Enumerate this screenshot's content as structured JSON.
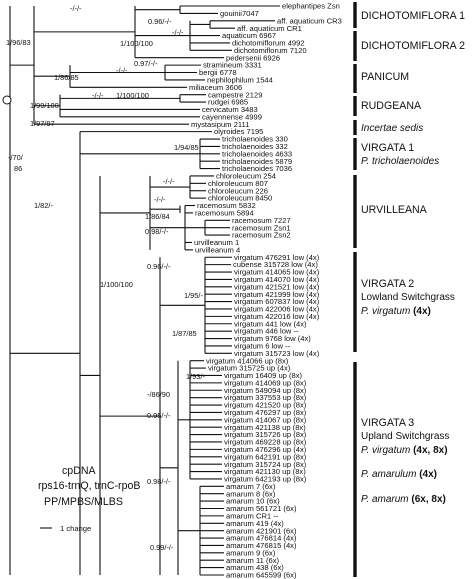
{
  "tips": [
    "elephantipes Zsn",
    "gouinii7047",
    "aff. aquaticum CR3",
    "aff. aquaticum CR1",
    "aquaticum 6967",
    "dichotomiflorum 4992",
    "dichotomiflorum 7120",
    "pedersenii 6926",
    "stramineum 3331",
    "bergii 6778",
    "nephilophilum 1544",
    "miliaceum 3606",
    "campestre 2129",
    "rudgei 6985",
    "cervicatum 3483",
    "cayennense 4999",
    "mystasipum 2111",
    "olyroides 7195",
    "tricholaenoides 330",
    "tricholaenoides 332",
    "tricholaenoides 4633",
    "tricholaenoides 5879",
    "tricholaenoides 7036",
    "chloroleucum 254",
    "chloroleucum 807",
    "chloroleucum 226",
    "chloroleucum 8450",
    "racemosum 5832",
    "racemosum 5894",
    "racemosum 7227",
    "racemosum Zsn1",
    "racemosum Zsn2",
    "urvilleanum 1",
    "urvilleanum 4",
    "virgatum 476291 low (4x)",
    "cubense 315728 low (4x)",
    "virgatum 414065 low (4x)",
    "virgatum 414070 low (4x)",
    "virgatum 421521 low (4x)",
    "virgatum 421999 low (4x)",
    "virgatum 607837 low (4x)",
    "virgatum 422006 low (4x)",
    "virgatum 422016 low (4x)",
    "virgatum 441 low (4x)",
    "virgatum 446 low --",
    "virgatum 9768 low (4x)",
    "virgatum 6 low --",
    "virgatum 315723 low (4x)",
    "virgatum 414066 up (8x)",
    "virgatum 315725 up (4x)",
    "virgatum 16409 up (8x)",
    "virgatum 414069 up (8x)",
    "virgatum 549094 up (8x)",
    "virgatum 337553 up (8x)",
    "virgatum 421520 up (8x)",
    "virgatum 476297 up (8x)",
    "virgatum 414067 up (8x)",
    "virgatum 421138 up (8x)",
    "virgatum 315726 up (8x)",
    "virgatum 469228 up (8x)",
    "virgatum 476296 up (4x)",
    "virgatum 642191 up (8x)",
    "virgatum 315724 up (8x)",
    "virgatum 421130 up (8x)",
    "virgatum 642193 up (8x)",
    "amarum 7 (6x)",
    "amarum 8 (6x)",
    "amarum 10 (6x)",
    "amarum 561721 (6x)",
    "amarum CR1 --",
    "amarum 419 (4x)",
    "amarum 421901 (6x)",
    "amarum 476814 (4x)",
    "amarum 476815 (4x)",
    "amarum 9 (6x)",
    "amarum 11 (6x)",
    "amarum 438 (6x)",
    "amarum 645599 (6x)"
  ],
  "support": {
    "dicho_pan": "-/-/-",
    "dicho1": "1/96/83",
    "dicho2a": "0.96/-/-",
    "dicho2b": "-/-/-",
    "dicho2c": "1/100/100",
    "pan1": "0.97/-/-",
    "pan2": "-/-/-",
    "pan3": "1/86/85",
    "rud1": "-/-/-",
    "rud2": "1/100/100",
    "rud3": "1/99/100",
    "inc": "1/97/97",
    "core_a": "-/70/",
    "core_b": "86",
    "trich": "1/94/85",
    "urv": "1/82/-",
    "urv_a": "-/-/-",
    "urv_b": "-/-/-",
    "urv_c": "1/86/84",
    "urv_d": "0.98/-/-",
    "v2a": "0.96/-/-",
    "v2b": "1/95/-",
    "v2c": "1/100/100",
    "v2d": "1/87/85",
    "v3a": "1/93/-",
    "v3b": "-/86/90",
    "v3c": "0.95/-/-",
    "v3d": "0.98/-/-",
    "v3e": "0.99/-/-"
  },
  "groups": {
    "dicho1": "DICHOTOMIFLORA 1",
    "dicho2": "DICHOTOMIFLORA 2",
    "panicum": "PANICUM",
    "rudgeana": "RUDGEANA",
    "incertae": "Incertae sedis",
    "virgata1": "VIRGATA 1",
    "virgata1_sub": "P. tricholaenoides",
    "urvilleana": "URVILLEANA",
    "virgata2": "VIRGATA 2",
    "virgata2_sub": "Lowland Switchgrass",
    "virgata2_sp": "P. virgatum",
    "virgata2_ploidy": "(4x)",
    "virgata3": "VIRGATA 3",
    "virgata3_sub": "Upland Switchgrass",
    "virgata3_sp": "P. virgatum",
    "virgata3_ploidy": "(4x, 8x)",
    "amarum1_sp": "P. amarulum",
    "amarum1_ploidy": "(4x)",
    "amarum2_sp": "P. amarum",
    "amarum2_ploidy": "(6x, 8x)"
  },
  "meta": {
    "line1": "cpDNA",
    "line2": "rps16-trnQ, trnC-rpoB",
    "line3": "PP/MPBS/MLBS",
    "scale_label": "1 change"
  }
}
